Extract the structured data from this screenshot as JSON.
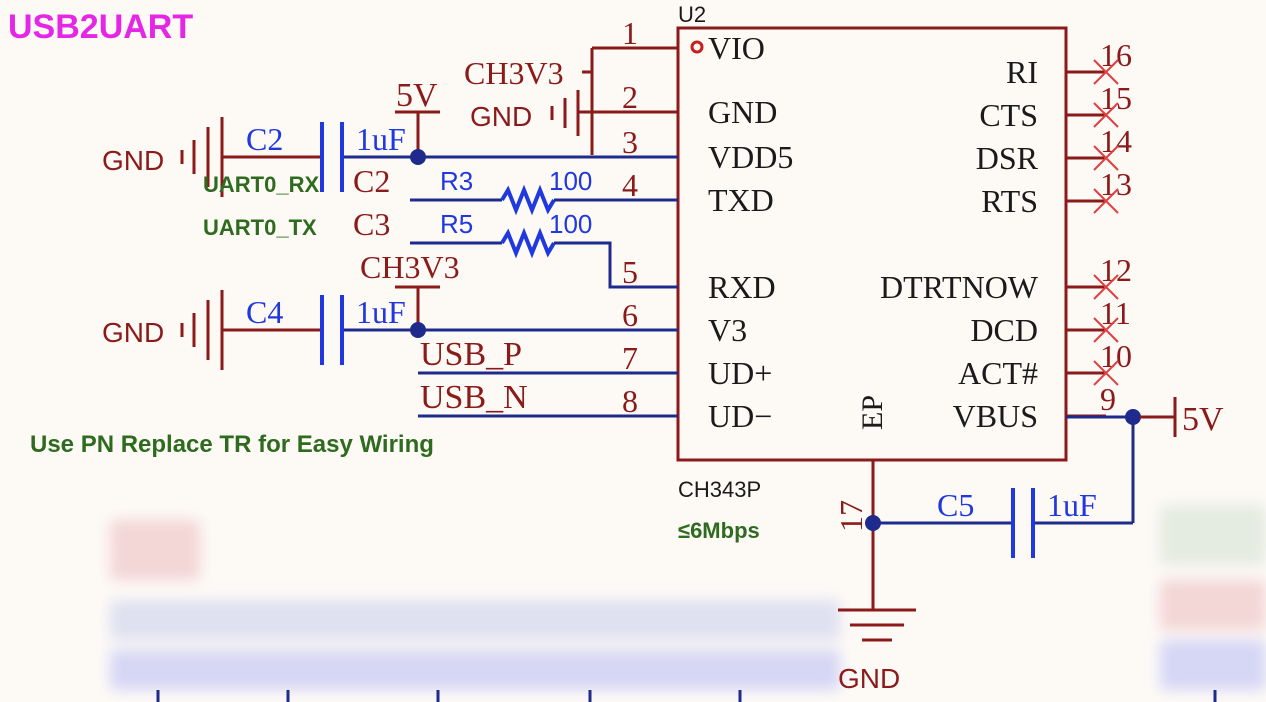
{
  "sheet": {
    "title": "USB2UART",
    "note": "Use PN Replace TR for Easy Wiring"
  },
  "chip": {
    "designator": "U2",
    "part": "CH343P",
    "speed": "≤6Mbps",
    "ep_label": "EP",
    "left_pins": [
      {
        "num": "1",
        "name": "VIO"
      },
      {
        "num": "2",
        "name": "GND"
      },
      {
        "num": "3",
        "name": "VDD5"
      },
      {
        "num": "4",
        "name": "TXD"
      },
      {
        "num": "5",
        "name": "RXD"
      },
      {
        "num": "6",
        "name": "V3"
      },
      {
        "num": "7",
        "name": "UD+"
      },
      {
        "num": "8",
        "name": "UD−"
      }
    ],
    "right_pins": [
      {
        "num": "16",
        "name": "RI"
      },
      {
        "num": "15",
        "name": "CTS"
      },
      {
        "num": "14",
        "name": "DSR"
      },
      {
        "num": "13",
        "name": "RTS"
      },
      {
        "num": "12",
        "name": "DTRTNOW"
      },
      {
        "num": "11",
        "name": "DCD"
      },
      {
        "num": "10",
        "name": "ACT#"
      },
      {
        "num": "9",
        "name": "VBUS"
      }
    ],
    "bottom_pin": "17"
  },
  "nets": {
    "ch3v3_top": "CH3V3",
    "gnd_top": "GND",
    "five_v_top": "5V",
    "gnd_c2": "GND",
    "uart_rx": "UART0_RX",
    "uart_tx": "UART0_TX",
    "ch3v3_mid": "CH3V3",
    "gnd_c4": "GND",
    "usb_p": "USB_P",
    "usb_n": "USB_N",
    "five_v_right": "5V",
    "gnd_bottom": "GND"
  },
  "components": {
    "c2": {
      "ref": "C2",
      "value": "1uF"
    },
    "c4": {
      "ref": "C4",
      "value": "1uF"
    },
    "c5": {
      "ref": "C5",
      "value": "1uF"
    },
    "r3": {
      "ref": "R3",
      "value": "100",
      "pin": "C2"
    },
    "r5": {
      "ref": "R5",
      "value": "100",
      "pin": "C3"
    }
  },
  "colors": {
    "title": "#e626e6",
    "wire": "#1f2b8c",
    "part": "#8b1a1a",
    "power": "#8b1a1a",
    "cap": "#2038e0",
    "resistor": "#2038e0",
    "netlabel": "#2e6b1f",
    "chip_text": "#1a1a1a",
    "nc_cross": "#e04040",
    "background": "#fdfaf6"
  }
}
